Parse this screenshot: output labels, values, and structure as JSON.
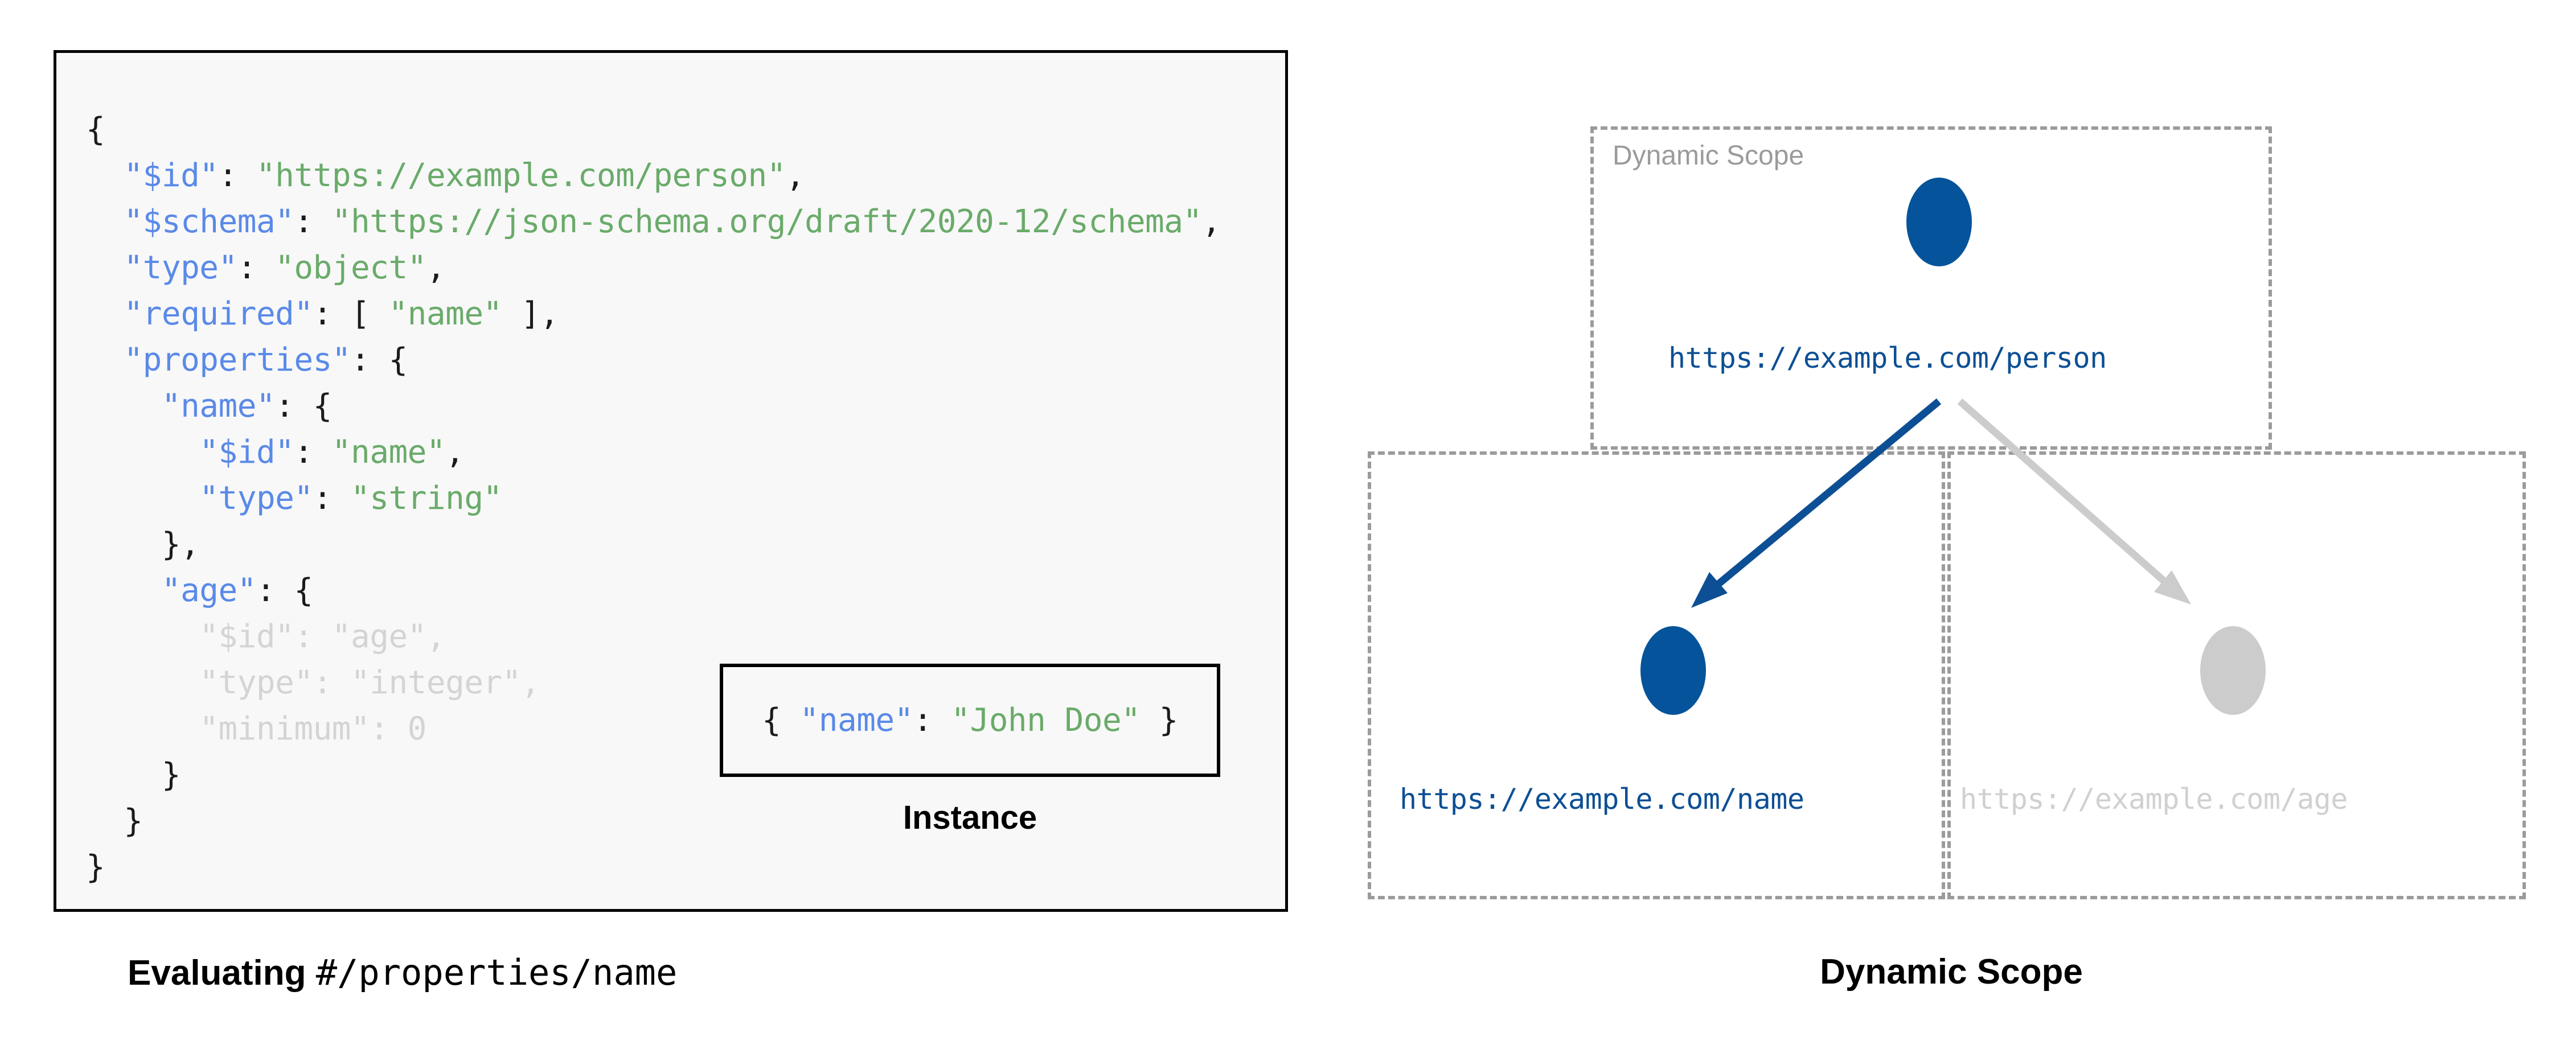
{
  "left": {
    "code_lines": [
      [
        {
          "t": "{",
          "c": "p"
        }
      ],
      [
        {
          "t": "  ",
          "c": "p"
        },
        {
          "t": "\"$id\"",
          "c": "k"
        },
        {
          "t": ": ",
          "c": "p"
        },
        {
          "t": "\"https://example.com/person\"",
          "c": "s"
        },
        {
          "t": ",",
          "c": "p"
        }
      ],
      [
        {
          "t": "  ",
          "c": "p"
        },
        {
          "t": "\"$schema\"",
          "c": "k"
        },
        {
          "t": ": ",
          "c": "p"
        },
        {
          "t": "\"https://json-schema.org/draft/2020-12/schema\"",
          "c": "s"
        },
        {
          "t": ",",
          "c": "p"
        }
      ],
      [
        {
          "t": "  ",
          "c": "p"
        },
        {
          "t": "\"type\"",
          "c": "k"
        },
        {
          "t": ": ",
          "c": "p"
        },
        {
          "t": "\"object\"",
          "c": "s"
        },
        {
          "t": ",",
          "c": "p"
        }
      ],
      [
        {
          "t": "  ",
          "c": "p"
        },
        {
          "t": "\"required\"",
          "c": "k"
        },
        {
          "t": ": [ ",
          "c": "p"
        },
        {
          "t": "\"name\"",
          "c": "s"
        },
        {
          "t": " ],",
          "c": "p"
        }
      ],
      [
        {
          "t": "  ",
          "c": "p"
        },
        {
          "t": "\"properties\"",
          "c": "k"
        },
        {
          "t": ": {",
          "c": "p"
        }
      ],
      [
        {
          "t": "    ",
          "c": "p"
        },
        {
          "t": "\"name\"",
          "c": "k"
        },
        {
          "t": ": {",
          "c": "p"
        }
      ],
      [
        {
          "t": "      ",
          "c": "p"
        },
        {
          "t": "\"$id\"",
          "c": "k"
        },
        {
          "t": ": ",
          "c": "p"
        },
        {
          "t": "\"name\"",
          "c": "s"
        },
        {
          "t": ",",
          "c": "p"
        }
      ],
      [
        {
          "t": "      ",
          "c": "p"
        },
        {
          "t": "\"type\"",
          "c": "k"
        },
        {
          "t": ": ",
          "c": "p"
        },
        {
          "t": "\"string\"",
          "c": "s"
        }
      ],
      [
        {
          "t": "    },",
          "c": "p"
        }
      ],
      [
        {
          "t": "    ",
          "c": "p"
        },
        {
          "t": "\"age\"",
          "c": "k"
        },
        {
          "t": ": {",
          "c": "p"
        }
      ],
      [
        {
          "t": "      \"$id\": \"age\",",
          "c": "dim"
        }
      ],
      [
        {
          "t": "      \"type\": \"integer\",",
          "c": "dim"
        }
      ],
      [
        {
          "t": "      \"minimum\": 0",
          "c": "dim"
        }
      ],
      [
        {
          "t": "    }",
          "c": "p"
        }
      ],
      [
        {
          "t": "  }",
          "c": "p"
        }
      ],
      [
        {
          "t": "}",
          "c": "p"
        }
      ]
    ],
    "instance": {
      "segments": [
        {
          "t": "{ ",
          "c": "p"
        },
        {
          "t": "\"name\"",
          "c": "k"
        },
        {
          "t": ": ",
          "c": "p"
        },
        {
          "t": "\"John Doe\"",
          "c": "s"
        },
        {
          "t": " }",
          "c": "p"
        }
      ],
      "label": "Instance"
    },
    "caption": {
      "bold_part": "Evaluating ",
      "mono_part": "#/properties/name"
    }
  },
  "right": {
    "scope_label": "Dynamic Scope",
    "nodes": [
      {
        "id": "person",
        "label": "https://example.com/person",
        "color": "#05539a",
        "active": true
      },
      {
        "id": "name",
        "label": "https://example.com/name",
        "color": "#05539a",
        "active": true
      },
      {
        "id": "age",
        "label": "https://example.com/age",
        "color": "#cccccc",
        "active": false
      }
    ],
    "edges": [
      {
        "from": "person",
        "to": "name",
        "color": "#0d4f94",
        "active": true
      },
      {
        "from": "person",
        "to": "age",
        "color": "#cccccc",
        "active": false
      }
    ],
    "caption": "Dynamic Scope"
  },
  "colors": {
    "json_key": "#5a8ae8",
    "json_string": "#6aab6a",
    "json_dim": "#d4d4d4",
    "node_active": "#05539a",
    "node_inactive": "#cccccc",
    "scope_border": "#9b9b9b",
    "code_bg": "#f8f8f8",
    "box_border": "#000000"
  }
}
